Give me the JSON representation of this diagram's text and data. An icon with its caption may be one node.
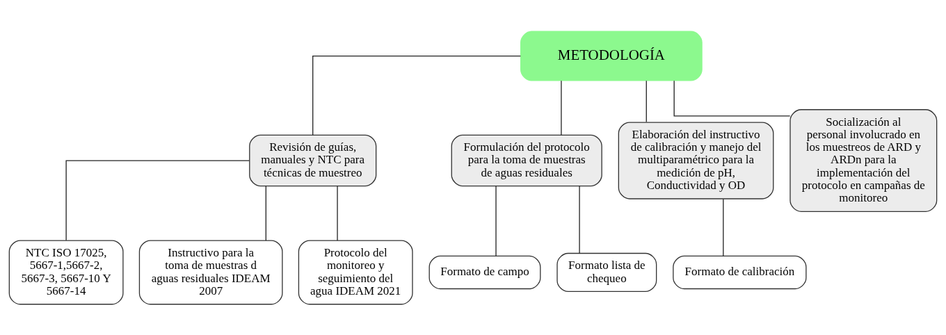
{
  "diagram": {
    "nodes": [
      {
        "text": [
          "METODOLOGÍA"
        ]
      },
      {
        "text": [
          "Revisión de guías, manuales y NTC para técnicas de muestreo"
        ]
      },
      {
        "text": [
          "Formulación del protocolo para la toma de muestras de aguas residuales"
        ]
      },
      {
        "text": [
          "Elaboración del instructivo de calibración y manejo del multiparamétrico para la medición de pH, Conductividad y OD"
        ]
      },
      {
        "text": [
          "Socialización al personal involucrado en los muestreos de ARD y ARDn para la implementación del protocolo en campañas de monitoreo"
        ]
      },
      {
        "text": [
          "NTC ISO 17025, 5667-1,5667-2, 5667-3, 5667-10 Y 5667-14"
        ]
      },
      {
        "text": [
          "Instructivo para la toma de muestras d aguas residuales IDEAM 2007"
        ]
      },
      {
        "text": [
          "Protocolo del monitoreo y seguimiento del agua IDEAM 2021"
        ]
      },
      {
        "text": [
          "Formato de campo"
        ]
      },
      {
        "text": [
          "Formato lista de chequeo"
        ]
      },
      {
        "text": [
          "Formato de calibración"
        ]
      }
    ],
    "edges": [
      {
        "from": 0,
        "to": 1,
        "arrow": "none"
      },
      {
        "from": 0,
        "to": 2,
        "arrow": "none"
      },
      {
        "from": 0,
        "to": 3,
        "arrow": "none"
      },
      {
        "from": 0,
        "to": 4,
        "arrow": "none"
      },
      {
        "from": 1,
        "to": 5,
        "arrow": "none"
      },
      {
        "from": 1,
        "to": 6,
        "arrow": "none"
      },
      {
        "from": 1,
        "to": 7,
        "arrow": "none"
      },
      {
        "from": 2,
        "to": 8,
        "arrow": "none"
      },
      {
        "from": 2,
        "to": 9,
        "arrow": "none"
      },
      {
        "from": 3,
        "to": 10,
        "arrow": "none"
      }
    ]
  }
}
